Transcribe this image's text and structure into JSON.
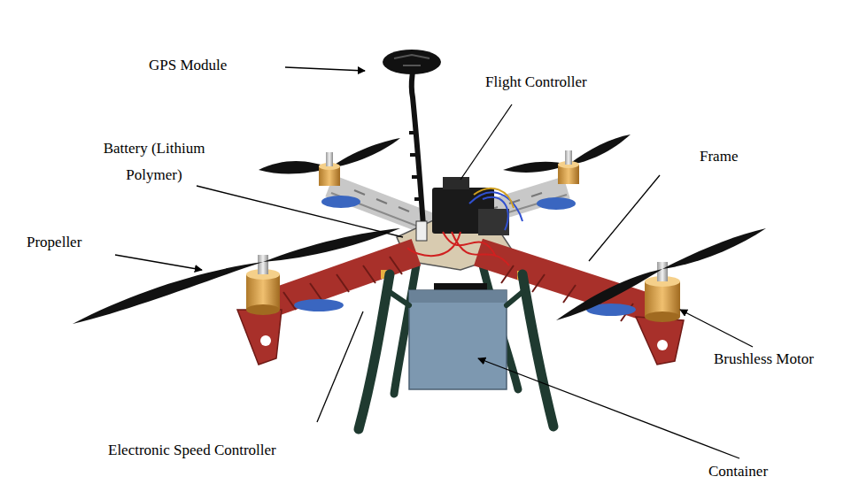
{
  "diagram": {
    "labels": [
      "GPS Module",
      "Flight Controller",
      "Battery (Lithium Polymer)",
      "Frame",
      "Propeller",
      "Brushless Motor",
      "Electronic Speed Controller",
      "Container"
    ]
  }
}
